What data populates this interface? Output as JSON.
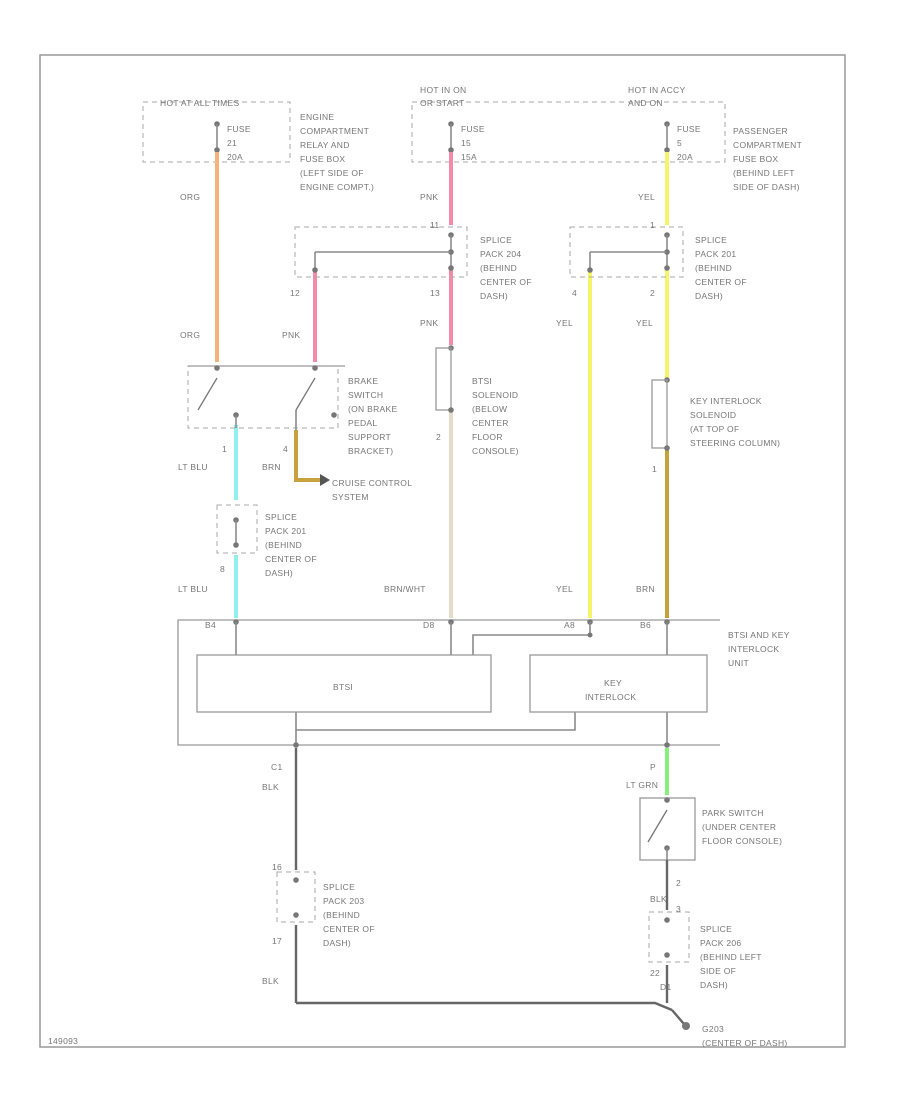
{
  "colors": {
    "ORG": "#f5b27c",
    "PNK": "#f48aa6",
    "YEL": "#f5f56a",
    "LT BLU": "#8ff0ee",
    "BRN": "#c8a13c",
    "BRN/WHT": "#e3ddc8",
    "LT GRN": "#86f07a",
    "BLK": "#666666"
  },
  "power": [
    {
      "header": "HOT AT ALL TIMES",
      "fuse": "FUSE",
      "fuse_num": "21",
      "amps": "20A",
      "location": [
        "ENGINE",
        "COMPARTMENT",
        "RELAY AND",
        "FUSE BOX",
        "(LEFT SIDE OF",
        "ENGINE COMPT.)"
      ]
    },
    {
      "header": [
        "HOT IN ON",
        "OR START"
      ],
      "fuse": "FUSE",
      "fuse_num": "15",
      "amps": "15A"
    },
    {
      "header": [
        "HOT IN ACCY",
        "AND ON"
      ],
      "fuse": "FUSE",
      "fuse_num": "5",
      "amps": "20A",
      "location": [
        "PASSENGER",
        "COMPARTMENT",
        "FUSE BOX",
        "(BEHIND LEFT",
        "SIDE OF DASH)"
      ]
    }
  ],
  "wire_labels": {
    "org1": "ORG",
    "org2": "ORG",
    "pnk1": "PNK",
    "pnk2": "PNK",
    "pnk3": "PNK",
    "yel1": "YEL",
    "yel2": "YEL",
    "yel3": "YEL",
    "yel4": "YEL",
    "ltblu1": "LT BLU",
    "ltblu2": "LT BLU",
    "brn1": "BRN",
    "brn2": "BRN",
    "brnwht": "BRN/WHT",
    "blk1": "BLK",
    "blk2": "BLK",
    "blk3": "BLK",
    "ltgrn": "LT GRN"
  },
  "splices": {
    "s1": {
      "lines": [
        "SPLICE",
        "PACK 204",
        "(BEHIND",
        "CENTER OF",
        "DASH)"
      ],
      "pin_top": "11",
      "pin_bottom": "13",
      "pin_left": "12"
    },
    "s2": {
      "lines": [
        "SPLICE",
        "PACK 201",
        "(BEHIND",
        "CENTER OF",
        "DASH)"
      ],
      "pin_top": "1",
      "pin_bottom": "2",
      "pin_left": "4"
    },
    "s3": {
      "lines": [
        "SPLICE",
        "PACK 201",
        "(BEHIND",
        "CENTER OF",
        "DASH)"
      ],
      "pin_bottom": "8"
    },
    "s4": {
      "lines": [
        "SPLICE",
        "PACK 203",
        "(BEHIND",
        "CENTER OF",
        "DASH)"
      ],
      "pin_top": "16",
      "pin_bottom": "17"
    },
    "s5": {
      "lines": [
        "SPLICE",
        "PACK 206",
        "(BEHIND LEFT",
        "SIDE OF",
        "DASH)"
      ],
      "pin_top": "3",
      "pin_bottom": "22"
    }
  },
  "components": {
    "brake_switch": [
      "BRAKE",
      "SWITCH",
      "(ON BRAKE",
      "PEDAL",
      "SUPPORT",
      "BRACKET)"
    ],
    "brake_pins": {
      "a": "1",
      "b": "4"
    },
    "cruise": [
      "CRUISE CONTROL",
      "SYSTEM"
    ],
    "btsi_solenoid": [
      "BTSI",
      "SOLENOID",
      "(BELOW",
      "CENTER",
      "FLOOR",
      "CONSOLE)"
    ],
    "btsi_pin": "2",
    "key_solenoid": [
      "KEY INTERLOCK",
      "SOLENOID",
      "(AT TOP OF",
      "STEERING COLUMN)"
    ],
    "key_pin": "1",
    "unit_label": [
      "BTSI AND KEY",
      "INTERLOCK",
      "UNIT"
    ],
    "unit_pins": {
      "a": "B4",
      "b": "D8",
      "c": "A8",
      "d": "B6",
      "e": "C1",
      "f": "P"
    },
    "btsi": "BTSI",
    "key_interlock": [
      "KEY",
      "INTERLOCK"
    ],
    "park_switch": [
      "PARK SWITCH",
      "(UNDER CENTER",
      "FLOOR CONSOLE)"
    ],
    "park_pin": "2",
    "ground": [
      "G203",
      "(CENTER OF DASH)"
    ],
    "ground_pin": "D1",
    "diagram_id": "149093"
  }
}
